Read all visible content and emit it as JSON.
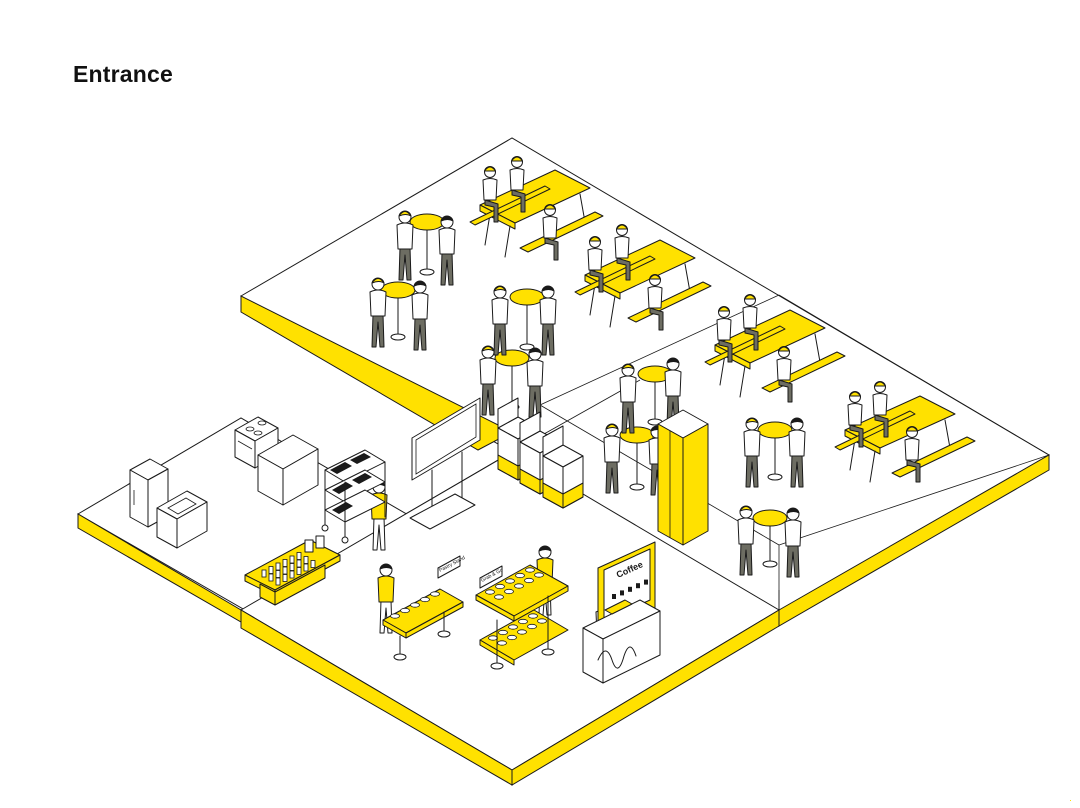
{
  "title": "Entrance",
  "signs": {
    "coffee": "Coffee",
    "station_a": "Pastry Stand",
    "station_b": "Grab & Go"
  },
  "colors": {
    "accent": "#ffe100",
    "line": "#1a1a1a",
    "legs": "#6d6d62",
    "background": "#ffffff"
  },
  "icons": [
    "person-icon",
    "high-table-icon",
    "picnic-bench-icon",
    "fridge-icon",
    "stove-icon",
    "cart-icon",
    "screen-icon",
    "bin-icon",
    "food-counter-icon",
    "coffee-kiosk-icon"
  ]
}
